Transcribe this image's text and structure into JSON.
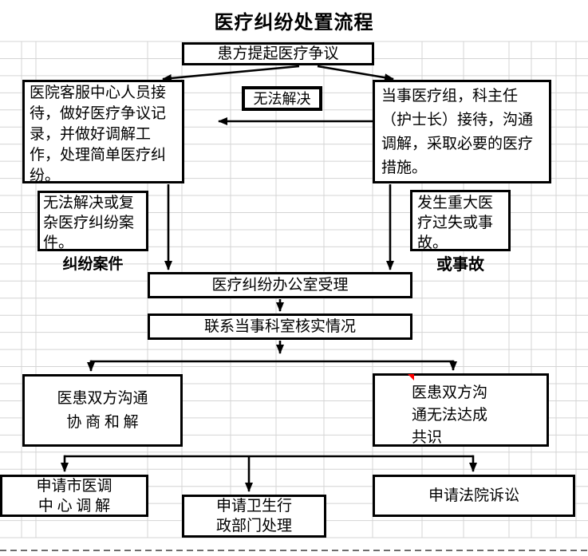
{
  "title": "医疗纠纷处置流程",
  "nodes": {
    "start": "患方提起医疗争议",
    "service_center": "医院客服中心人员接\n待，做好医疗争议记\n录，并做好调解工\n作，处理简单医疗纠\n纷。",
    "unresolved": "无法解决",
    "medical_team": "当事医疗组，科主任\n（护士长）接待，沟通\n调解，采取必要的医疗\n措施。",
    "complex_case": "无法解决或复\n杂医疗纠纷案\n件。",
    "complex_case_label": "纠纷案件",
    "major_fault": "发生重大医\n疗过失或事\n故。",
    "major_fault_label": "或事故",
    "office_accept": "医疗纠纷办公室受理",
    "verify": "联系当事科室核实情况",
    "negotiate": "医患双方沟通\n协 商 和 解",
    "no_consensus": "医患双方沟\n通无法达成\n共识",
    "mediation": "申请市医调\n中 心 调 解",
    "health_admin": "申请卫生行\n政部门处理",
    "court": "申请法院诉讼"
  },
  "colors": {
    "line": "#000000",
    "grid": "#d4d4d4",
    "page_break": "#3a3a3a",
    "comment_marker": "#ff0000"
  }
}
